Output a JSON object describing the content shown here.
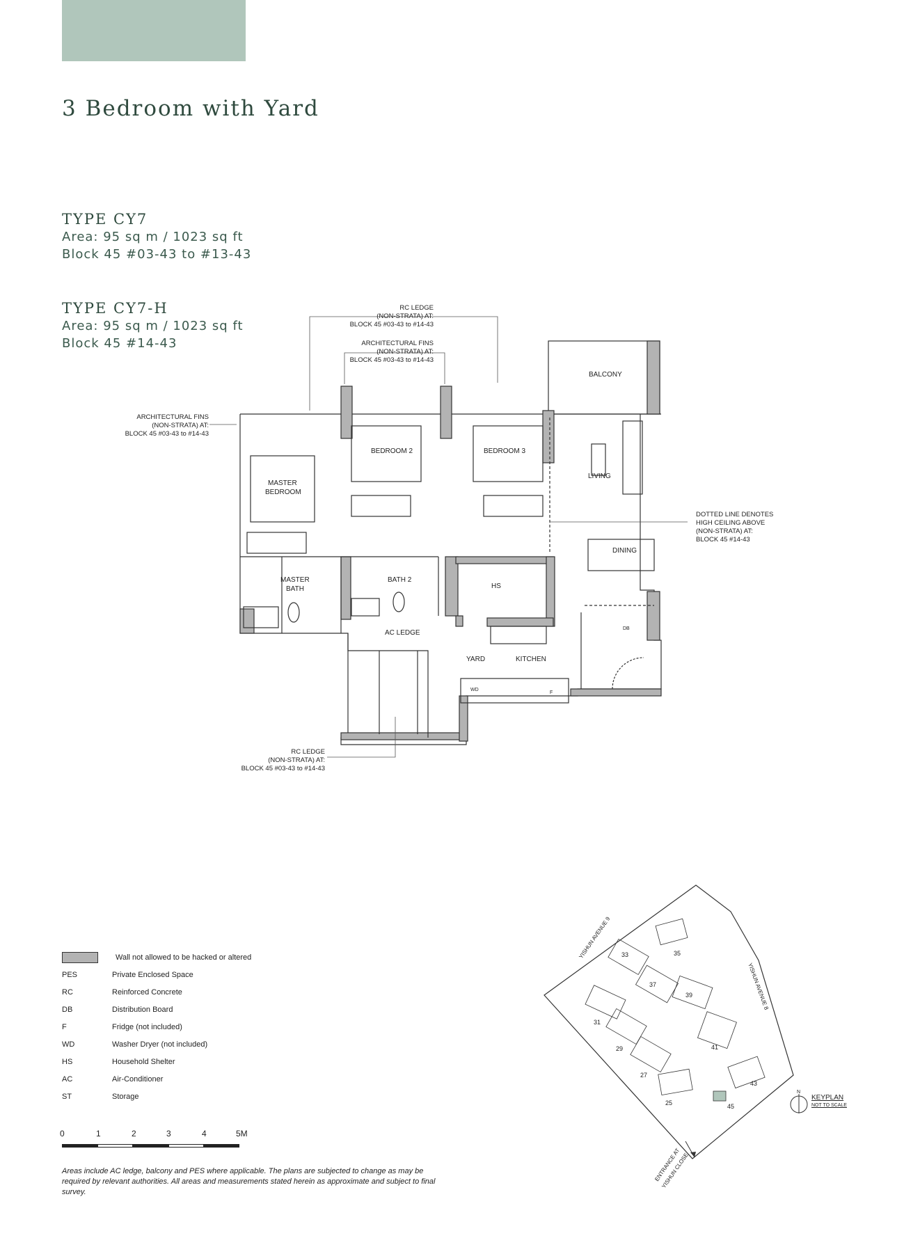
{
  "colors": {
    "accent": "#b0c6bb",
    "title": "#2f4a3e",
    "wall": "#b3b3b3"
  },
  "header": {
    "title": "3 Bedroom with Yard"
  },
  "types": [
    {
      "name": "TYPE CY7",
      "area": "Area: 95 sq m / 1023 sq ft",
      "units": "Block 45 #03-43 to #13-43"
    },
    {
      "name": "TYPE CY7-H",
      "area": "Area: 95 sq m / 1023 sq ft",
      "units": "Block 45 #14-43"
    }
  ],
  "plan": {
    "rooms": {
      "balcony": "BALCONY",
      "bedroom2": "BEDROOM 2",
      "bedroom3": "BEDROOM 3",
      "master_bedroom_1": "MASTER",
      "master_bedroom_2": "BEDROOM",
      "living": "LIVING",
      "dining": "DINING",
      "master_bath_1": "MASTER",
      "master_bath_2": "BATH",
      "bath2": "BATH 2",
      "hs": "HS",
      "ac_ledge": "AC LEDGE",
      "yard": "YARD",
      "kitchen": "KITCHEN",
      "db": "DB",
      "wd": "WD",
      "f": "F"
    },
    "callouts": {
      "rc_ledge_top": [
        "RC LEDGE",
        "(NON-STRATA) AT:",
        "BLOCK 45 #03-43 to #14-43"
      ],
      "arch_fins_top": [
        "ARCHITECTURAL FINS",
        "(NON-STRATA) AT:",
        "BLOCK 45 #03-43 to #14-43"
      ],
      "arch_fins_left": [
        "ARCHITECTURAL FINS",
        "(NON-STRATA) AT:",
        "BLOCK 45 #03-43 to #14-43"
      ],
      "dotted_line": [
        "DOTTED LINE DENOTES",
        "HIGH CEILING ABOVE",
        "(NON-STRATA) AT:",
        "BLOCK 45 #14-43"
      ],
      "rc_ledge_bottom": [
        "RC LEDGE",
        "(NON-STRATA) AT:",
        "BLOCK 45 #03-43 to #14-43"
      ]
    }
  },
  "legend": [
    {
      "key": "",
      "label": "Wall not allowed to be hacked or altered",
      "swatch": true
    },
    {
      "key": "PES",
      "label": "Private Enclosed Space"
    },
    {
      "key": "RC",
      "label": "Reinforced Concrete"
    },
    {
      "key": "DB",
      "label": "Distribution Board"
    },
    {
      "key": "F",
      "label": "Fridge (not included)"
    },
    {
      "key": "WD",
      "label": "Washer Dryer (not included)"
    },
    {
      "key": "HS",
      "label": "Household Shelter"
    },
    {
      "key": "AC",
      "label": "Air-Conditioner"
    },
    {
      "key": "ST",
      "label": "Storage"
    }
  ],
  "scale": {
    "ticks": [
      "0",
      "1",
      "2",
      "3",
      "4",
      "5M"
    ]
  },
  "disclaimer": "Areas include AC ledge, balcony and PES where applicable. The plans are subjected to change as may be required by relevant authorities. All areas and measurements stated herein as approximate and subject to final survey.",
  "keyplan": {
    "title": "KEYPLAN",
    "subtitle": "NOT TO SCALE",
    "north": "N",
    "roads": {
      "ave9": "YISHUN AVENUE 9",
      "ave8": "YISHUN AVENUE 8",
      "entrance_1": "ENTRANCE AT",
      "entrance_2": "YISHUN CLOSE"
    },
    "blocks": [
      "35",
      "33",
      "37",
      "39",
      "31",
      "29",
      "41",
      "27",
      "43",
      "25",
      "45"
    ],
    "highlight": "45"
  }
}
